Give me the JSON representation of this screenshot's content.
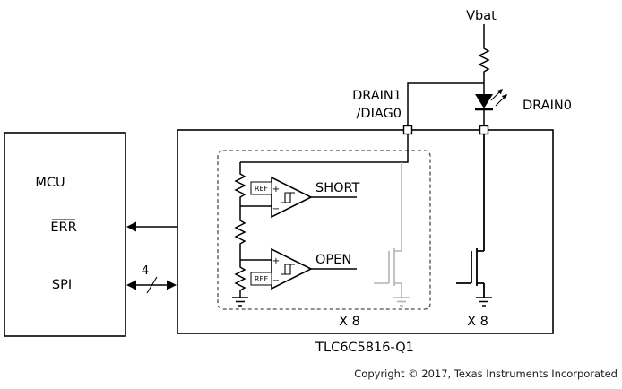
{
  "power": {
    "vbat": "Vbat"
  },
  "pins": {
    "drain1": "DRAIN1",
    "diag0": "/DIAG0",
    "drain0": "DRAIN0"
  },
  "mcu": {
    "title": "MCU",
    "err": "ERR",
    "spi": "SPI"
  },
  "bus": {
    "width_label": "4"
  },
  "detection": {
    "short_label": "SHORT",
    "open_label": "OPEN",
    "short_ref": "REF",
    "open_ref": "REF",
    "plus": "+",
    "minus": "−",
    "multiplier": "X 8"
  },
  "driver": {
    "multiplier": "X 8"
  },
  "chip": {
    "part_number": "TLC6C5816-Q1"
  },
  "footer": {
    "copyright": "Copyright © 2017, Texas Instruments Incorporated"
  },
  "colors": {
    "wire": "#000000",
    "muted_channel": "#b3b3b3",
    "dashed_border": "#4d4d4d",
    "background": "#ffffff"
  }
}
